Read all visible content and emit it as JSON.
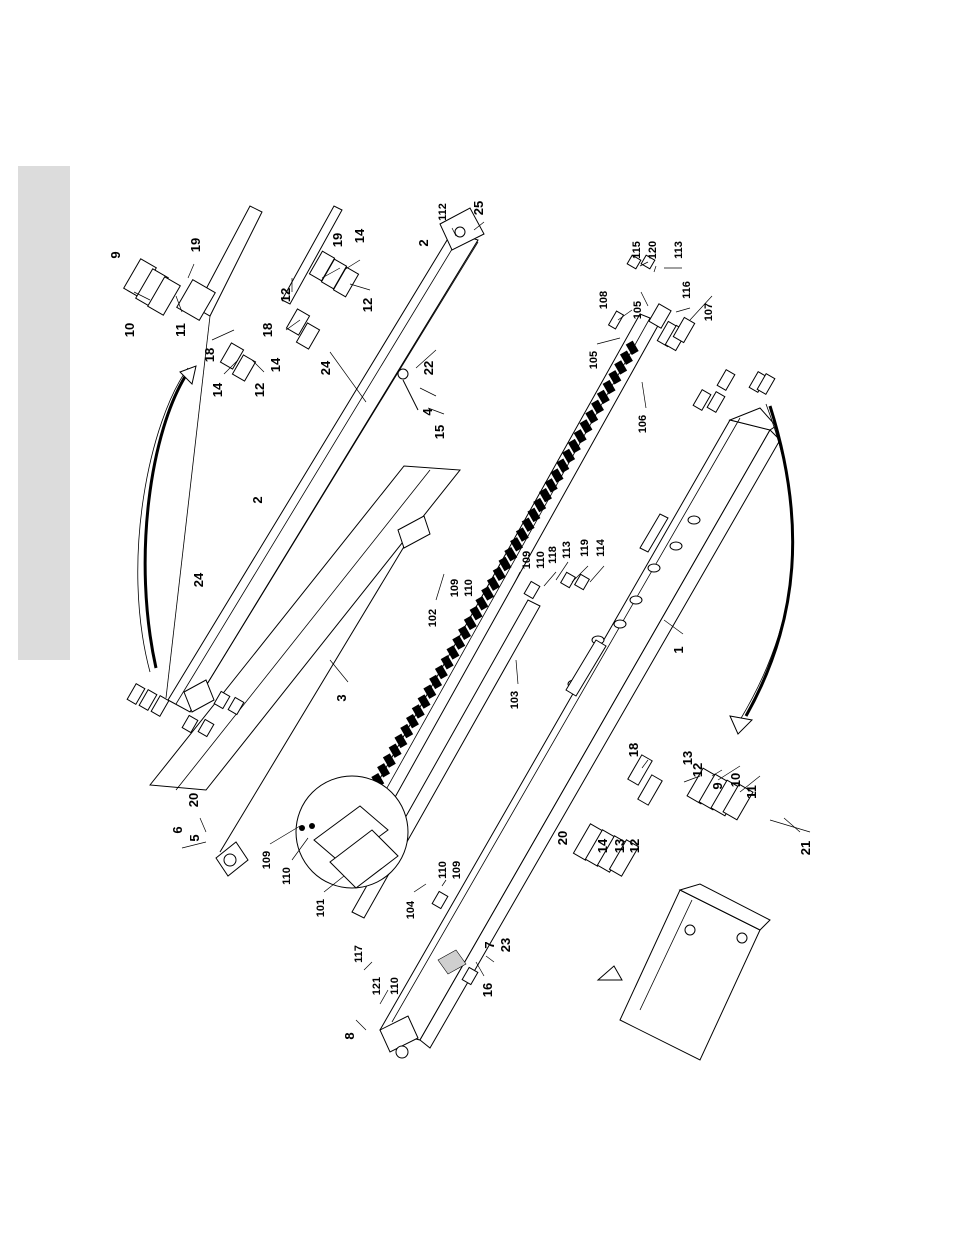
{
  "page": {
    "tab_color": "#dcdcdc",
    "line_color": "#000000"
  },
  "callouts": [
    {
      "label": "9"
    },
    {
      "label": "10"
    },
    {
      "label": "11"
    },
    {
      "label": "19"
    },
    {
      "label": "18"
    },
    {
      "label": "14"
    },
    {
      "label": "12"
    },
    {
      "label": "18"
    },
    {
      "label": "14"
    },
    {
      "label": "12"
    },
    {
      "label": "19"
    },
    {
      "label": "14"
    },
    {
      "label": "12"
    },
    {
      "label": "24"
    },
    {
      "label": "2"
    },
    {
      "label": "24"
    },
    {
      "label": "22"
    },
    {
      "label": "4"
    },
    {
      "label": "15"
    },
    {
      "label": "112"
    },
    {
      "label": "25"
    },
    {
      "label": "2"
    },
    {
      "label": "3"
    },
    {
      "label": "20"
    },
    {
      "label": "6"
    },
    {
      "label": "5"
    },
    {
      "label": "109"
    },
    {
      "label": "110"
    },
    {
      "label": "101"
    },
    {
      "label": "102"
    },
    {
      "label": "109"
    },
    {
      "label": "110"
    },
    {
      "label": "109"
    },
    {
      "label": "110"
    },
    {
      "label": "118"
    },
    {
      "label": "113"
    },
    {
      "label": "119"
    },
    {
      "label": "114"
    },
    {
      "label": "103"
    },
    {
      "label": "104"
    },
    {
      "label": "110"
    },
    {
      "label": "109"
    },
    {
      "label": "117"
    },
    {
      "label": "121"
    },
    {
      "label": "110"
    },
    {
      "label": "8"
    },
    {
      "label": "16"
    },
    {
      "label": "7"
    },
    {
      "label": "23"
    },
    {
      "label": "1"
    },
    {
      "label": "105"
    },
    {
      "label": "108"
    },
    {
      "label": "105"
    },
    {
      "label": "115"
    },
    {
      "label": "120"
    },
    {
      "label": "113"
    },
    {
      "label": "116"
    },
    {
      "label": "107"
    },
    {
      "label": "106"
    },
    {
      "label": "18"
    },
    {
      "label": "13"
    },
    {
      "label": "12"
    },
    {
      "label": "9"
    },
    {
      "label": "10"
    },
    {
      "label": "11"
    },
    {
      "label": "20"
    },
    {
      "label": "14"
    },
    {
      "label": "13"
    },
    {
      "label": "12"
    },
    {
      "label": "21"
    }
  ]
}
